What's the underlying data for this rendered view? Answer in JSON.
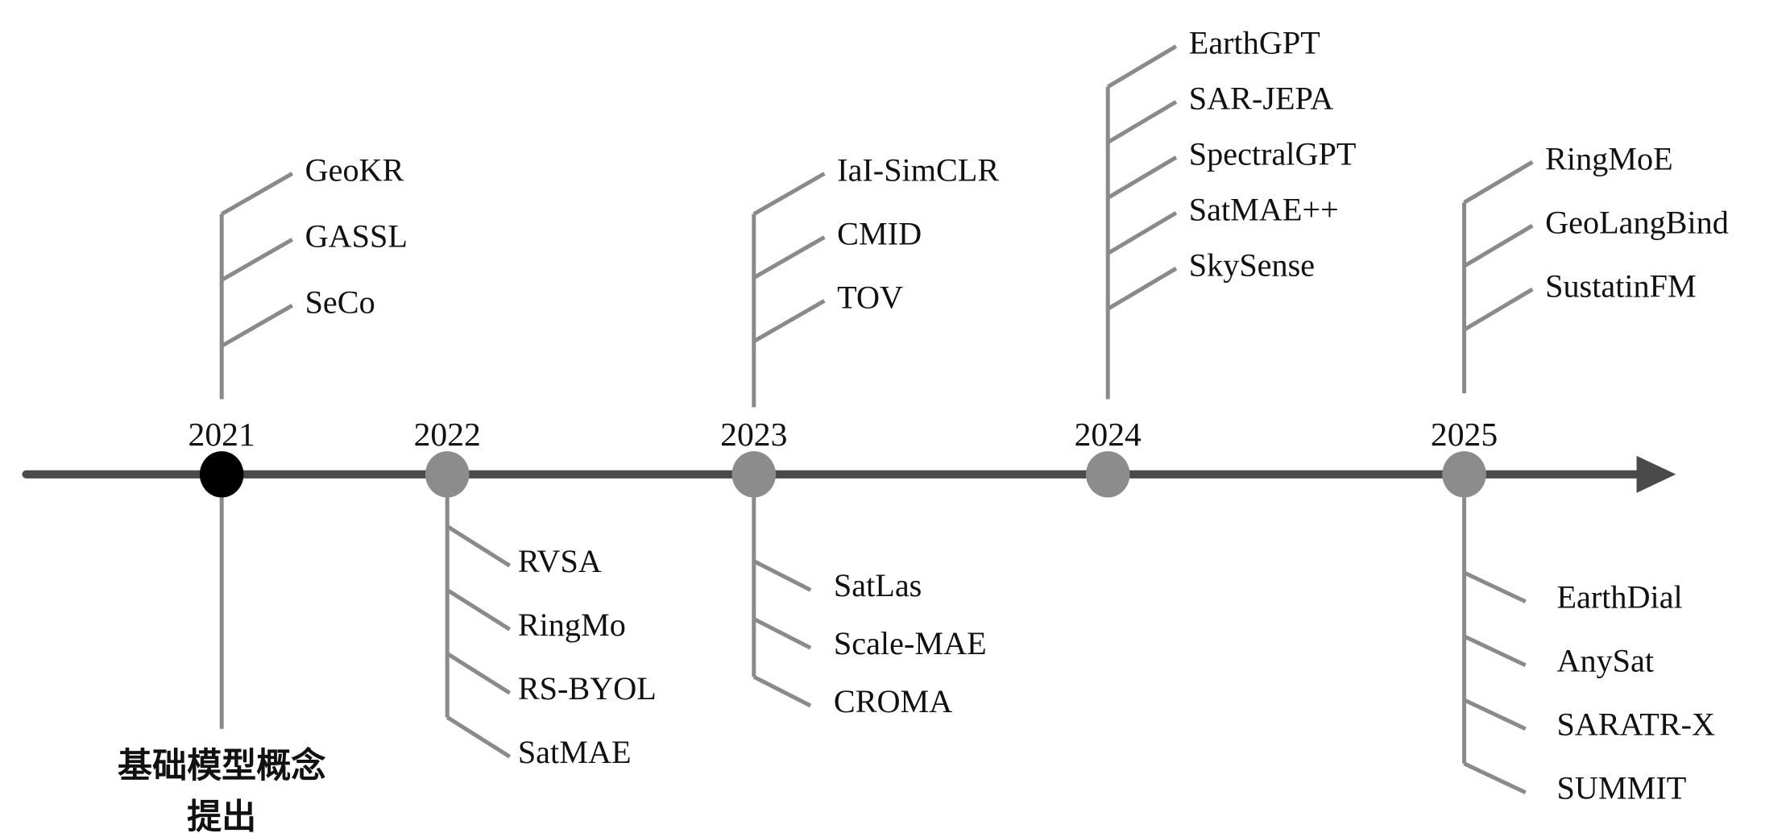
{
  "title": "Remote sensing foundation model timeline",
  "colors": {
    "axis": "#4a4a4a",
    "node": "#8c8c8c",
    "first_node": "#000000",
    "stem": "#8a8a8a"
  },
  "concept_label": [
    "基础模型概念",
    "提出"
  ],
  "years": [
    {
      "year": "2021",
      "first": true,
      "above": [
        "GeoKR",
        "GASSL",
        "SeCo"
      ],
      "below": []
    },
    {
      "year": "2022",
      "first": false,
      "above": [],
      "below": [
        "RVSA",
        "RingMo",
        "RS-BYOL",
        "SatMAE"
      ]
    },
    {
      "year": "2023",
      "first": false,
      "above": [
        "IaI-SimCLR",
        "CMID",
        "TOV"
      ],
      "below": [
        "SatLas",
        "Scale-MAE",
        "CROMA"
      ]
    },
    {
      "year": "2024",
      "first": false,
      "above": [
        "EarthGPT",
        "SAR-JEPA",
        "SpectralGPT",
        "SatMAE++",
        "SkySense"
      ],
      "below": []
    },
    {
      "year": "2025",
      "first": false,
      "above": [
        "RingMoE",
        "GeoLangBind",
        "SustatinFM"
      ],
      "below": [
        "EarthDial",
        "AnySat",
        "SARATR-X",
        "SUMMIT"
      ]
    }
  ]
}
